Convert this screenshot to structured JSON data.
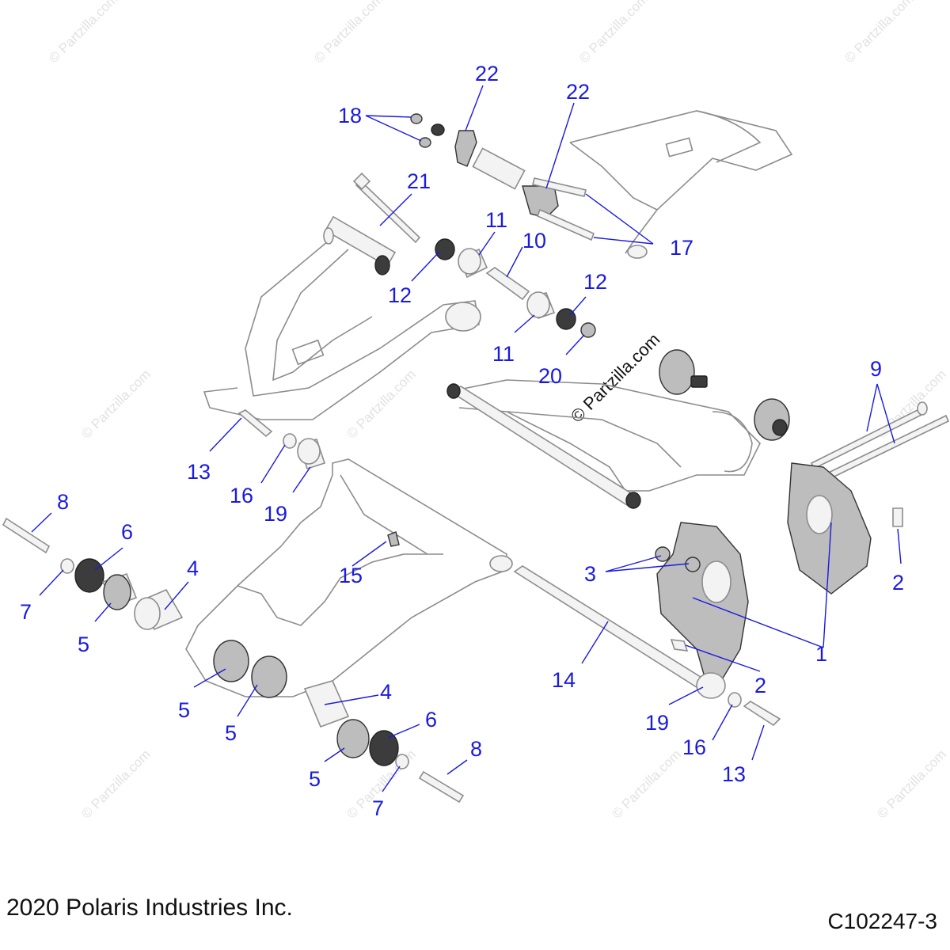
{
  "watermark": {
    "text": "© Partzilla.com",
    "center_text": "© Partzilla.com"
  },
  "callouts": [
    {
      "id": "c1",
      "label": "1"
    },
    {
      "id": "c2a",
      "label": "2"
    },
    {
      "id": "c2b",
      "label": "2"
    },
    {
      "id": "c3",
      "label": "3"
    },
    {
      "id": "c4a",
      "label": "4"
    },
    {
      "id": "c4b",
      "label": "4"
    },
    {
      "id": "c5a",
      "label": "5"
    },
    {
      "id": "c5b",
      "label": "5"
    },
    {
      "id": "c5c",
      "label": "5"
    },
    {
      "id": "c5d",
      "label": "5"
    },
    {
      "id": "c6a",
      "label": "6"
    },
    {
      "id": "c6b",
      "label": "6"
    },
    {
      "id": "c7a",
      "label": "7"
    },
    {
      "id": "c7b",
      "label": "7"
    },
    {
      "id": "c8a",
      "label": "8"
    },
    {
      "id": "c8b",
      "label": "8"
    },
    {
      "id": "c9",
      "label": "9"
    },
    {
      "id": "c10",
      "label": "10"
    },
    {
      "id": "c11a",
      "label": "11"
    },
    {
      "id": "c11b",
      "label": "11"
    },
    {
      "id": "c12a",
      "label": "12"
    },
    {
      "id": "c12b",
      "label": "12"
    },
    {
      "id": "c13a",
      "label": "13"
    },
    {
      "id": "c13b",
      "label": "13"
    },
    {
      "id": "c14",
      "label": "14"
    },
    {
      "id": "c15",
      "label": "15"
    },
    {
      "id": "c16a",
      "label": "16"
    },
    {
      "id": "c16b",
      "label": "16"
    },
    {
      "id": "c17",
      "label": "17"
    },
    {
      "id": "c18",
      "label": "18"
    },
    {
      "id": "c19a",
      "label": "19"
    },
    {
      "id": "c19b",
      "label": "19"
    },
    {
      "id": "c20",
      "label": "20"
    },
    {
      "id": "c21",
      "label": "21"
    },
    {
      "id": "c22a",
      "label": "22"
    },
    {
      "id": "c22b",
      "label": "22"
    }
  ],
  "footer": {
    "copyright": "2020 Polaris Industries Inc.",
    "diagram_code": "C102247-3"
  },
  "colors": {
    "callout": "#1a1ae0",
    "outline": "#8c8c8c",
    "watermark": "#e2e2e2"
  }
}
